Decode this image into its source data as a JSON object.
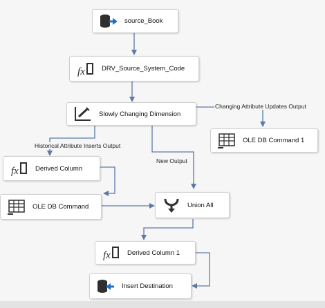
{
  "nodes": {
    "source_book": {
      "label": "source_Book",
      "icon": "database-source-icon"
    },
    "drv_source_system_code": {
      "label": "DRV_Source_System_Code",
      "icon": "fx-derived-column-icon"
    },
    "scd": {
      "label": "Slowly Changing Dimension",
      "icon": "slowly-changing-dimension-icon"
    },
    "ole_db_command_1": {
      "label": "OLE DB Command 1",
      "icon": "ole-db-command-icon"
    },
    "derived_column": {
      "label": "Derived Column",
      "icon": "fx-derived-column-icon"
    },
    "ole_db_command": {
      "label": "OLE DB Command",
      "icon": "ole-db-command-icon"
    },
    "union_all": {
      "label": "Union All",
      "icon": "union-all-icon"
    },
    "derived_column_1": {
      "label": "Derived Column 1",
      "icon": "fx-derived-column-icon"
    },
    "insert_destination": {
      "label": "Insert Destination",
      "icon": "database-destination-icon"
    }
  },
  "path_labels": {
    "changing_attribute_updates": "Changing Attribute Updates Output",
    "historical_attribute_inserts": "Historical Attribute Inserts Output",
    "new_output": "New Output"
  },
  "colors": {
    "connector": "#5b7aa6",
    "node_border": "#cfcfcf",
    "canvas": "#f6f6f6"
  }
}
